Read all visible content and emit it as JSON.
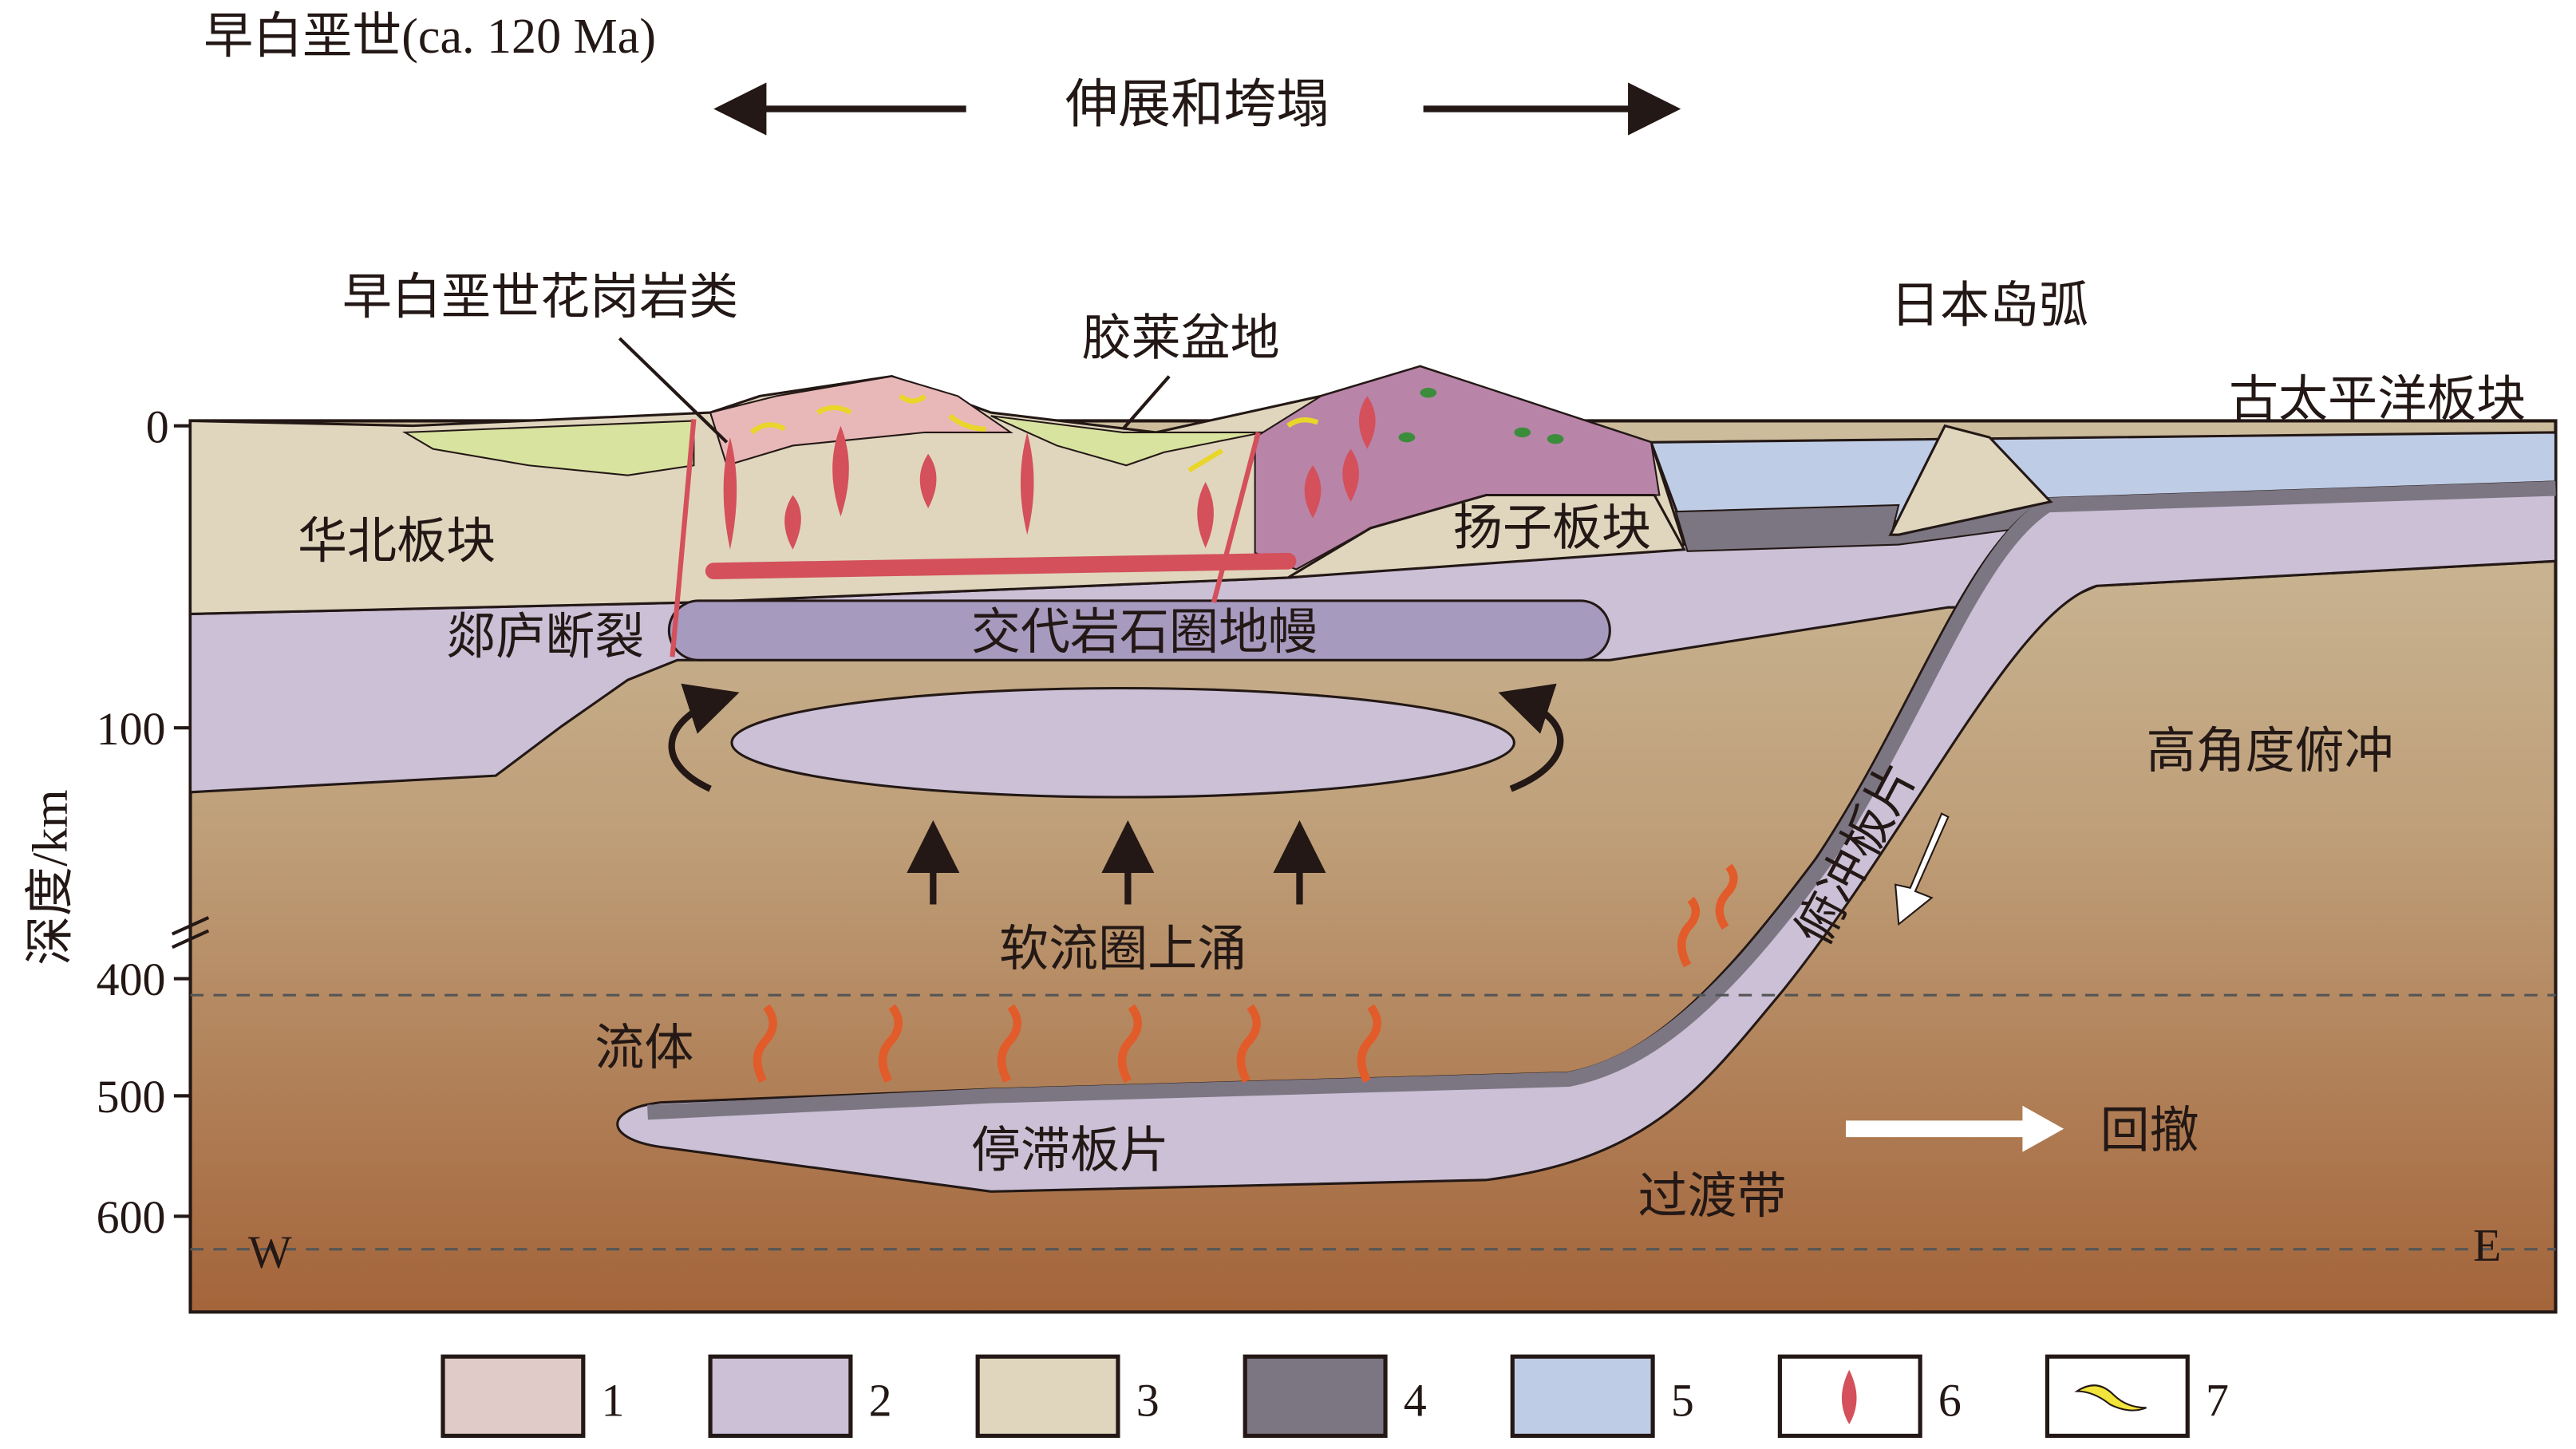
{
  "title": "早白垩世(ca. 120 Ma)",
  "header_label": "伸展和垮塌",
  "labels": {
    "granites": "早白垩世花岗岩类",
    "jiaolai_basin": "胶莱盆地",
    "japan_arc": "日本岛弧",
    "paleo_pacific": "古太平洋板块",
    "north_china": "华北板块",
    "yangtze": "扬子板块",
    "tanlu_fault": "郯庐断裂",
    "metasomatized_mantle": "交代岩石圈地幔",
    "high_angle_subduction": "高角度俯冲",
    "subducting_slab": "俯冲板片",
    "upwelling": "软流圈上涌",
    "fluid": "流体",
    "stagnant_slab": "停滞板片",
    "rollback": "回撤",
    "transition_zone": "过渡带",
    "west": "W",
    "east": "E"
  },
  "axis": {
    "label": "深度/km",
    "ticks": [
      "0",
      "100",
      "400",
      "500",
      "600"
    ]
  },
  "legend": [
    {
      "num": "1",
      "color": "#e0cbc9"
    },
    {
      "num": "2",
      "color": "#cbc0d6"
    },
    {
      "num": "3",
      "color": "#e0d6be"
    },
    {
      "num": "4",
      "color": "#7c7683"
    },
    {
      "num": "5",
      "color": "#bfcce6"
    },
    {
      "num": "6",
      "color": "#d4505b",
      "icon": "magma-drop"
    },
    {
      "num": "7",
      "color": "#f2e43a",
      "icon": "yellow-vein"
    }
  ]
}
